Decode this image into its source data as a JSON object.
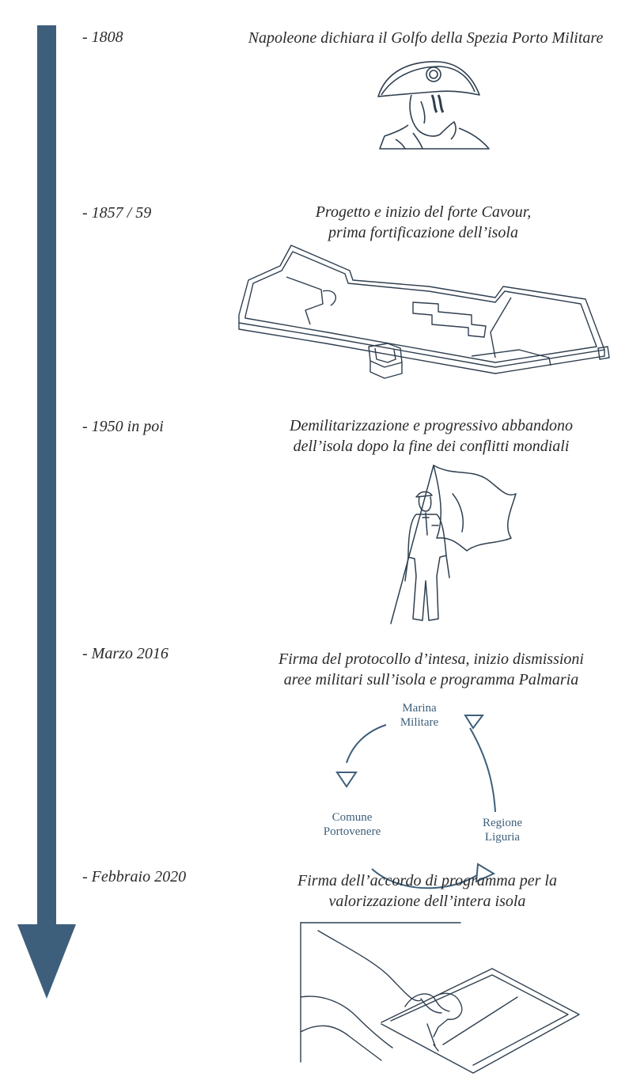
{
  "timeline": {
    "accent_color": "#3e5f7b",
    "events": [
      {
        "date": "- 1808",
        "caption_lines": [
          "Napoleone dichiara il Golfo della Spezia Porto Militare"
        ],
        "illustration": "napoleon-bicorne-hat"
      },
      {
        "date": "- 1857 / 59",
        "caption_lines": [
          "Progetto e inizio del forte Cavour,",
          "prima fortificazione dell’isola"
        ],
        "illustration": "fort-cavour-model"
      },
      {
        "date": "- 1950 in poi",
        "caption_lines": [
          "Demilitarizzazione e progressivo abbandono",
          "dell’isola dopo la fine dei conflitti mondiali"
        ],
        "illustration": "soldier-with-white-flag"
      },
      {
        "date": "- Marzo 2016",
        "caption_lines": [
          "Firma del protocollo d’intesa, inizio dismissioni",
          "aree militari sull’isola e programma Palmaria"
        ],
        "illustration": "cycle-diagram"
      },
      {
        "date": "- Febbraio 2020",
        "caption_lines": [
          "Firma dell’accordo di programma per la",
          "valorizzazione dell’intera isola"
        ],
        "illustration": "hand-signing-document"
      }
    ]
  },
  "cycle": {
    "nodes": [
      {
        "lines": [
          "Marina",
          "Militare"
        ]
      },
      {
        "lines": [
          "Regione",
          "Liguria"
        ]
      },
      {
        "lines": [
          "Comune",
          "Portovenere"
        ]
      }
    ]
  }
}
